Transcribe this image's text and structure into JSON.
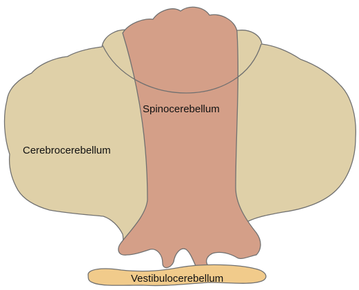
{
  "labels": {
    "spinocerebellum": "Spinocerebellum",
    "cerebrocerebellum": "Cerebrocerebellum",
    "vestibulocerebellum": "Vestibulocerebellum"
  },
  "colors": {
    "hemisphere_fill": "#dfd0a8",
    "vermis_fill": "#d49f88",
    "flocculonodular_fill": "#f1cb8b",
    "outline": "#707070"
  }
}
